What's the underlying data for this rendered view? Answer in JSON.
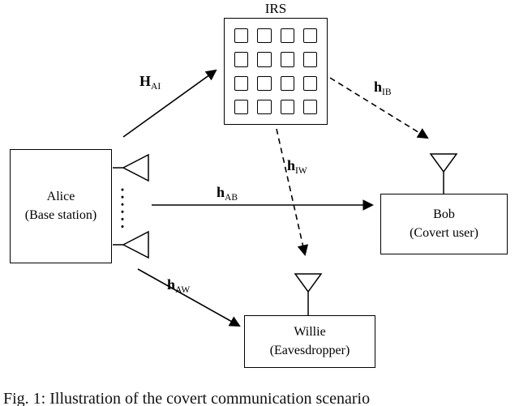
{
  "diagram": {
    "irs": {
      "label": "IRS",
      "rows": 4,
      "cols": 4
    },
    "alice": {
      "name": "Alice",
      "role": "(Base station)"
    },
    "bob": {
      "name": "Bob",
      "role": "(Covert user)"
    },
    "willie": {
      "name": "Willie",
      "role": "(Eavesdropper)"
    },
    "channels": {
      "h_ai": {
        "symbol": "H",
        "subscript": "AI"
      },
      "h_ib": {
        "symbol": "h",
        "subscript": "IB"
      },
      "h_iw": {
        "symbol": "h",
        "subscript": "IW"
      },
      "h_ab": {
        "symbol": "h",
        "subscript": "AB"
      },
      "h_aw": {
        "symbol": "h",
        "subscript": "AW"
      }
    },
    "line_color": "#000000"
  },
  "caption": "Fig. 1: Illustration of the covert communication scenario"
}
